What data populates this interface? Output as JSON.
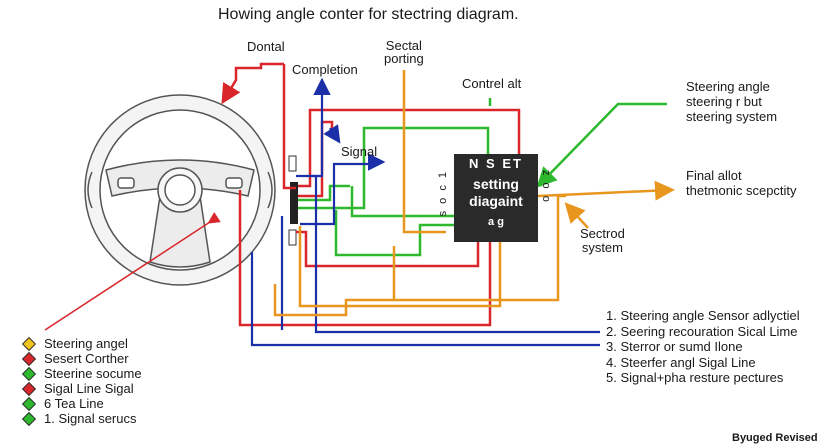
{
  "title": "Howing angle conter for stectring diagram.",
  "labels": {
    "dontal": "Dontal",
    "completion": "Completion",
    "sectal_porting": "Sectal\nporting",
    "control_alt": "Contrel alt",
    "signal": "Signal",
    "steering_angle": "Steering angle\nsteering r but\nsteering system",
    "final_allot": "Final allot\nthetmonic scepctity",
    "sectrod_system": "Sectrod\nsystem",
    "footer": "Byuged Revised"
  },
  "box": {
    "header": "N S ET",
    "main": "setting\ndiagaint",
    "footer": "a g",
    "side_left": "s o c 1",
    "side_right": "z o o"
  },
  "legend_left": [
    {
      "text": "Steering angel",
      "color": "#f0c419"
    },
    {
      "text": "Sesert Corther",
      "color": "#d9262b"
    },
    {
      "text": "Steerine socume",
      "color": "#2db82d"
    },
    {
      "text": "Sigal Line Sigal",
      "color": "#d9262b"
    },
    {
      "text": "6  Tea Line",
      "color": "#2db82d"
    },
    {
      "text": "1. Signal serucs",
      "color": "#2db82d"
    }
  ],
  "legend_right": [
    "1. Steering angle Sensor adlyctiel",
    "2. Seering recouration Sical Lime",
    "3. Sterror or sumd Ilone",
    "4. Steerfer angl Sigal Line",
    "5. Signal+pha resture pectures"
  ],
  "colors": {
    "red": "#d9262b",
    "green": "#2db82d",
    "blue": "#1b2fa8",
    "orange": "#e8961e",
    "box": "#2a2a2a"
  }
}
